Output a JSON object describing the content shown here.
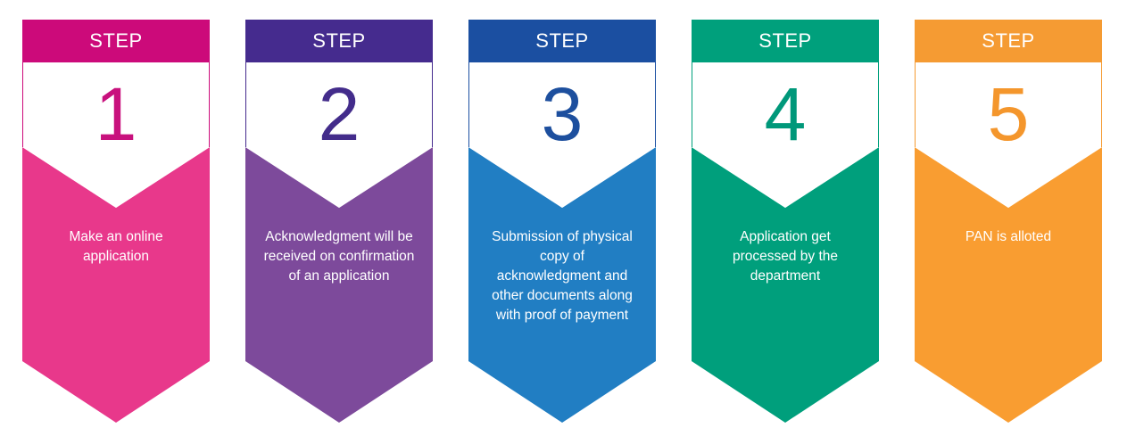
{
  "steps": [
    {
      "header": "STEP",
      "number": "1",
      "description": "Make an online application",
      "colors": {
        "header": "#cc0a7a",
        "body": "#e8388b",
        "number": "#c8117d"
      }
    },
    {
      "header": "STEP",
      "number": "2",
      "description": "Acknowledgment will be received on confirmation of an application",
      "colors": {
        "header": "#452b8e",
        "body": "#7d4a9b",
        "number": "#432c8b"
      }
    },
    {
      "header": "STEP",
      "number": "3",
      "description": "Submission of physical copy of acknowledgment and other documents along with proof of payment",
      "colors": {
        "header": "#1b4fa1",
        "body": "#217ec3",
        "number": "#1d4f9e"
      }
    },
    {
      "header": "STEP",
      "number": "4",
      "description": "Application get processed by the department",
      "colors": {
        "header": "#00a07c",
        "body": "#009f7c",
        "number": "#00987a"
      }
    },
    {
      "header": "STEP",
      "number": "5",
      "description": "PAN is alloted",
      "colors": {
        "header": "#f59b33",
        "body": "#f99d31",
        "number": "#f4962c"
      }
    }
  ]
}
